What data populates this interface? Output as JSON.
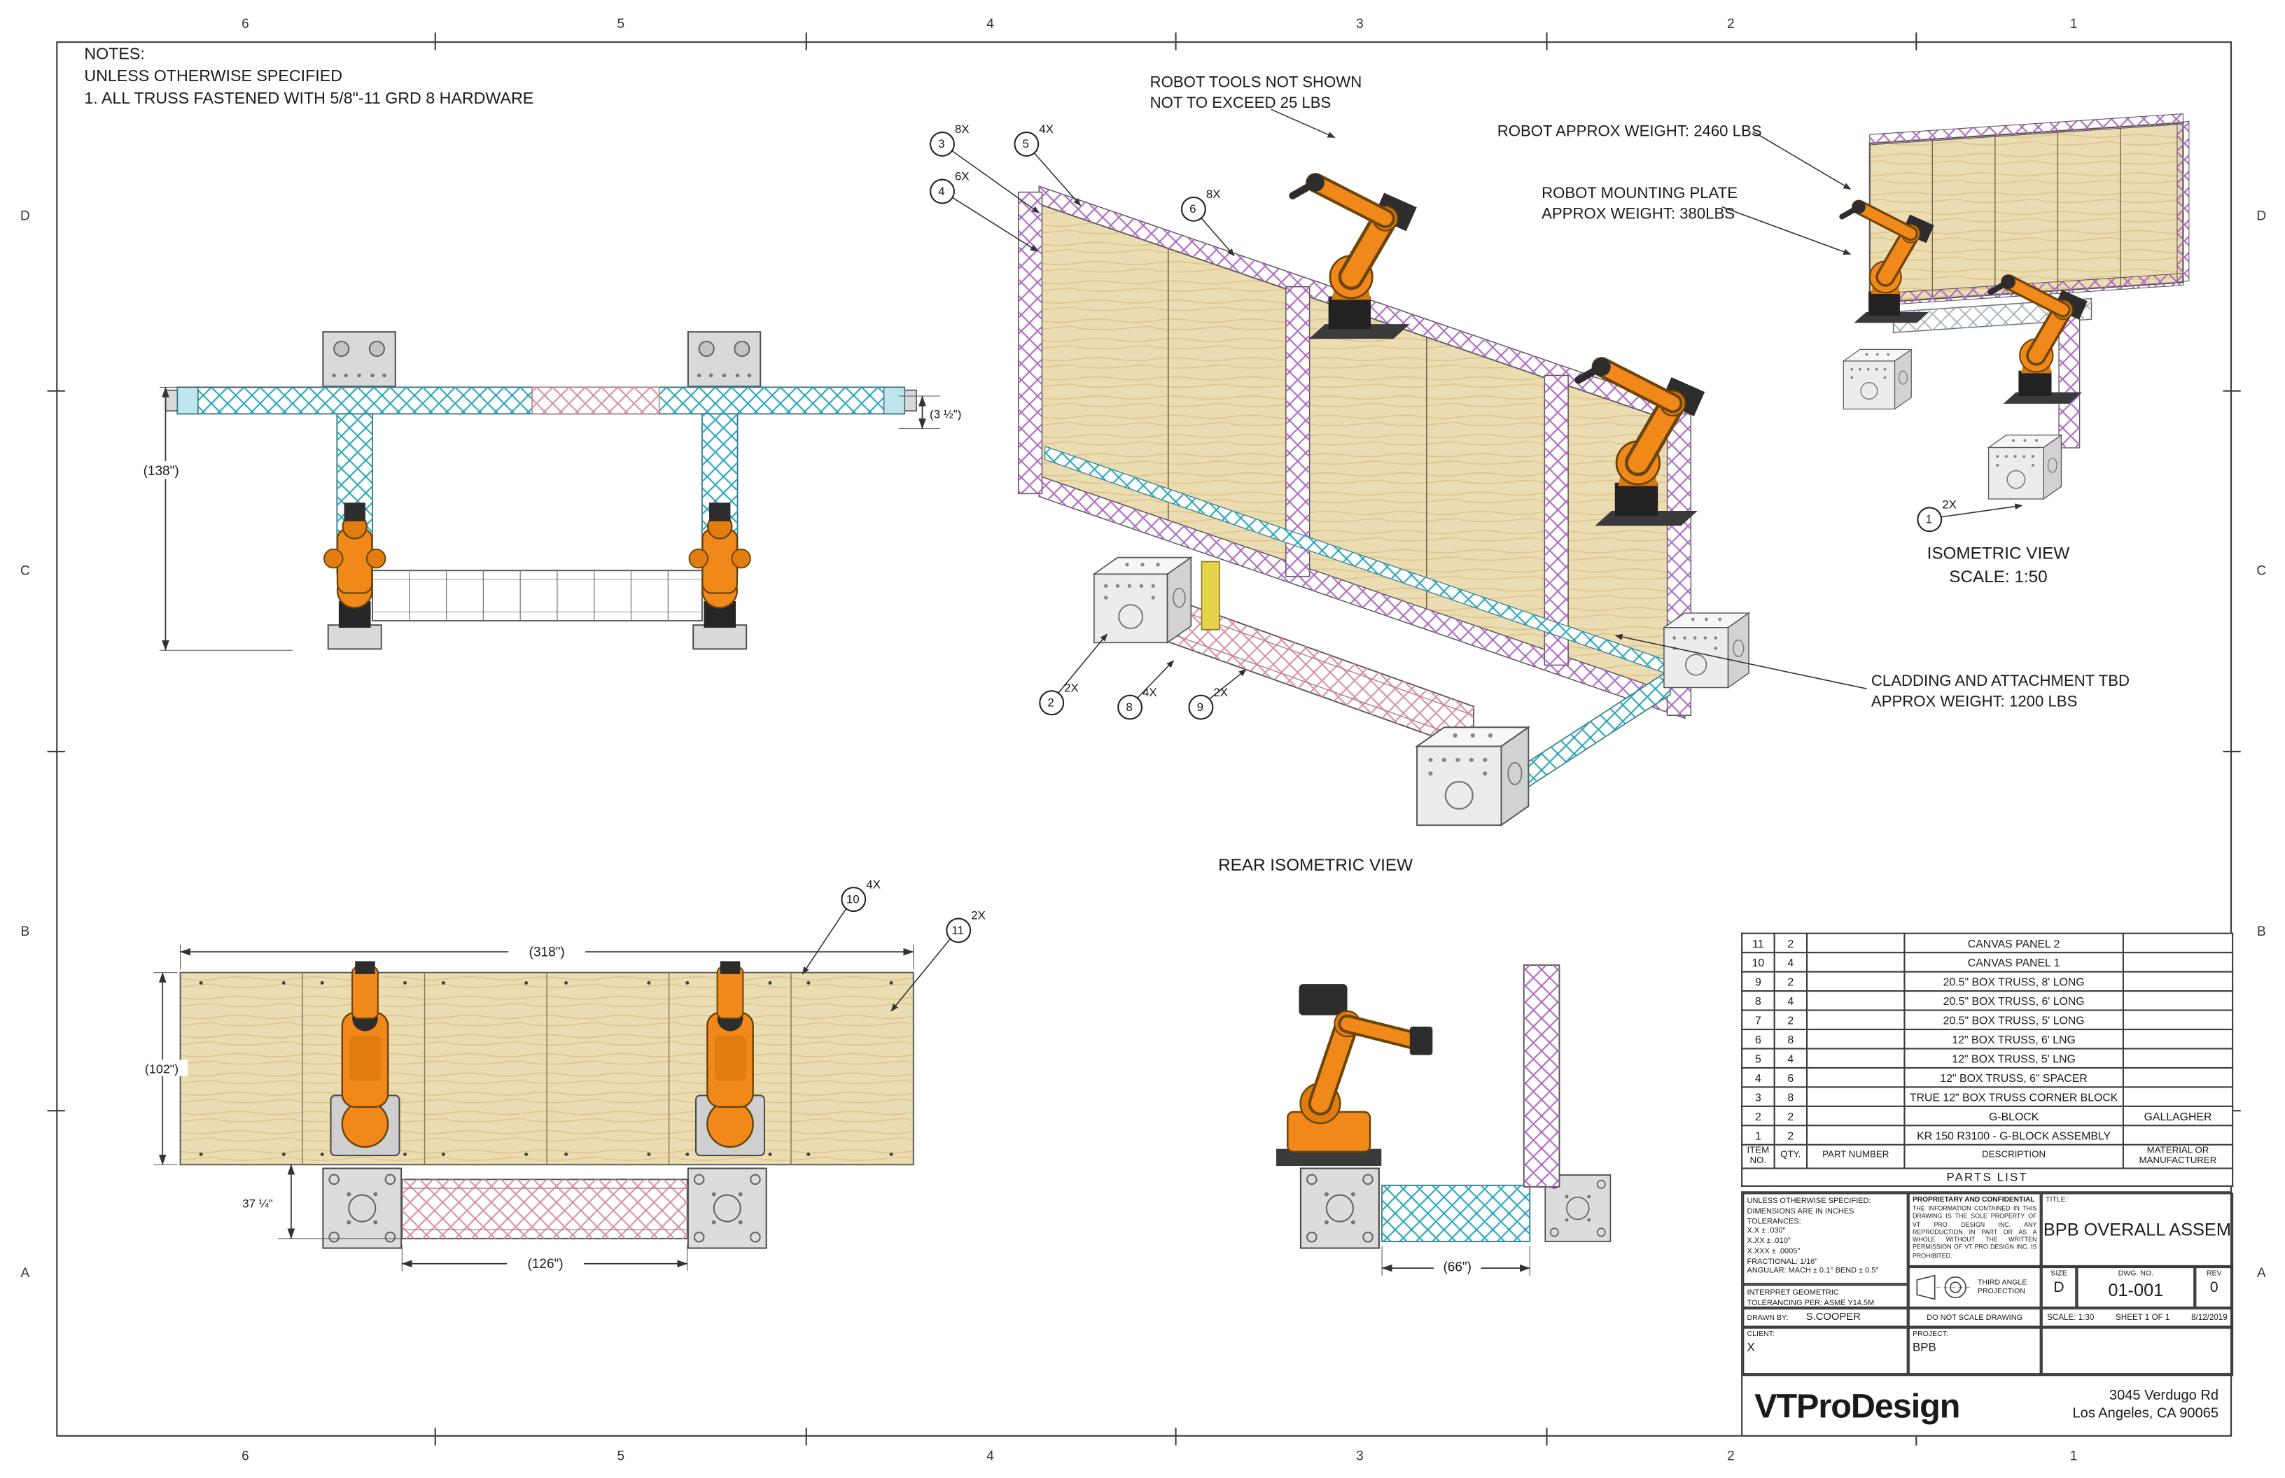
{
  "sheet": {
    "zone_cols": [
      "6",
      "5",
      "4",
      "3",
      "2",
      "1"
    ],
    "zone_rows": [
      "D",
      "C",
      "B",
      "A"
    ]
  },
  "notes": {
    "heading": "NOTES:",
    "line1": "UNLESS OTHERWISE SPECIFIED",
    "line2": "1.  ALL TRUSS FASTENED WITH 5/8\"-11 GRD 8 HARDWARE"
  },
  "annotations": {
    "robot_tools_line1": "ROBOT TOOLS NOT SHOWN",
    "robot_tools_line2": "NOT TO EXCEED 25 LBS",
    "robot_weight": "ROBOT APPROX WEIGHT: 2460 LBS",
    "mounting_plate_line1": "ROBOT MOUNTING PLATE",
    "mounting_plate_line2": "APPROX WEIGHT: 380LBS",
    "cladding_line1": "CLADDING AND ATTACHMENT TBD",
    "cladding_line2": "APPROX WEIGHT: 1200 LBS"
  },
  "view_labels": {
    "rear_isometric": "REAR ISOMETRIC VIEW",
    "isometric": "ISOMETRIC VIEW",
    "isometric_scale": "SCALE: 1:50"
  },
  "dimensions": {
    "front_height": "(138\")",
    "beam_offset": "(3 ½\")",
    "plan_width": "(318\")",
    "plan_depth": "(102\")",
    "truss_length": "(126\")",
    "robot_offset": "37 ¼\"",
    "side_width": "(66\")"
  },
  "balloons": [
    {
      "id": "3",
      "qty": "8X"
    },
    {
      "id": "5",
      "qty": "4X"
    },
    {
      "id": "4",
      "qty": "6X"
    },
    {
      "id": "6",
      "qty": "8X"
    },
    {
      "id": "2",
      "qty": "2X"
    },
    {
      "id": "8",
      "qty": "4X"
    },
    {
      "id": "9",
      "qty": "2X"
    },
    {
      "id": "1",
      "qty": "2X"
    },
    {
      "id": "10",
      "qty": "4X"
    },
    {
      "id": "11",
      "qty": "2X"
    }
  ],
  "parts_list": {
    "title": "PARTS LIST",
    "headers": [
      "ITEM NO.",
      "QTY.",
      "PART NUMBER",
      "DESCRIPTION",
      "MATERIAL OR MANUFACTURER"
    ],
    "rows": [
      [
        "11",
        "2",
        "",
        "CANVAS PANEL 2",
        ""
      ],
      [
        "10",
        "4",
        "",
        "CANVAS PANEL 1",
        ""
      ],
      [
        "9",
        "2",
        "",
        "20.5\" BOX TRUSS, 8' LONG",
        ""
      ],
      [
        "8",
        "4",
        "",
        "20.5\" BOX TRUSS, 6' LONG",
        ""
      ],
      [
        "7",
        "2",
        "",
        "20.5\" BOX TRUSS, 5'  LONG",
        ""
      ],
      [
        "6",
        "8",
        "",
        "12\" BOX TRUSS, 6' LNG",
        ""
      ],
      [
        "5",
        "4",
        "",
        "12\" BOX TRUSS, 5' LNG",
        ""
      ],
      [
        "4",
        "6",
        "",
        "12\" BOX TRUSS, 6\" SPACER",
        ""
      ],
      [
        "3",
        "8",
        "",
        "TRUE 12\" BOX TRUSS CORNER BLOCK",
        ""
      ],
      [
        "2",
        "2",
        "",
        "G-BLOCK",
        "GALLAGHER"
      ],
      [
        "1",
        "2",
        "",
        "KR 150 R3100 - G-BLOCK ASSEMBLY",
        ""
      ]
    ]
  },
  "title_block": {
    "tolerances": "UNLESS OTHERWISE SPECIFIED:\nDIMENSIONS ARE IN INCHES\nTOLERANCES:\nX.X ± .030\"\nX.XX ± .010\"\nX.XXX ± .0005\"\nFRACTIONAL: 1/16\"\nANGULAR: MACH ± 0.1°  BEND ± 0.5°",
    "interpret": "INTERPRET GEOMETRIC\nTOLERANCING PER:  ASME Y14.5M",
    "proprietary_heading": "PROPRIETARY AND CONFIDENTIAL",
    "proprietary_body": "THE INFORMATION CONTAINED IN THIS DRAWING IS THE SOLE PROPERTY OF VT PRO DESIGN INC. ANY REPRODUCTION IN PART OR AS A WHOLE WITHOUT THE WRITTEN PERMISSION OF VT PRO DESIGN INC. IS PROHIBITED.",
    "third_angle": "THIRD ANGLE PROJECTION",
    "do_not_scale": "DO NOT SCALE DRAWING",
    "drawn_by_label": "DRAWN BY:",
    "drawn_by": "S.COOPER",
    "client_label": "CLIENT:",
    "client": "X",
    "project_label": "PROJECT:",
    "project": "BPB",
    "title_label": "TITLE:",
    "title": "BPB OVERALL ASSEM",
    "size_label": "SIZE",
    "size": "D",
    "dwg_label": "DWG.  NO.",
    "dwg_no": "01-001",
    "rev_label": "REV",
    "rev": "0",
    "scale": "SCALE: 1:30",
    "sheet": "SHEET 1 OF 1",
    "date": "8/12/2019",
    "company": "VTProDesign",
    "address_line1": "3045 Verdugo Rd",
    "address_line2": "Los Angeles, CA 90065"
  }
}
